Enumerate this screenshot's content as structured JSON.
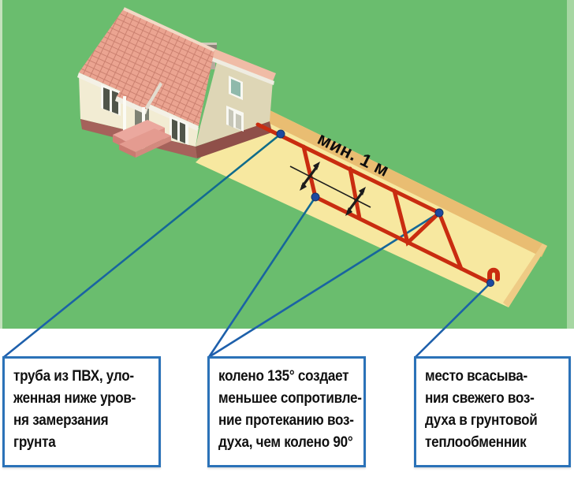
{
  "scene": {
    "min_distance_label": "мин. 1 м"
  },
  "callout_boxes": [
    {
      "id": "pvc-pipe",
      "lines": [
        "труба из ПВХ, уло-",
        "женная ниже уров-",
        "ня замерзания",
        "грунта"
      ]
    },
    {
      "id": "elbow-135",
      "lines": [
        "колено 135° создает",
        "меньшее сопротивле-",
        "ние протеканию воз-",
        "духа, чем колено 90°"
      ]
    },
    {
      "id": "air-intake",
      "lines": [
        "место всасыва-",
        "ния свежего воз-",
        "духа в грунтовой",
        "теплообменник"
      ]
    }
  ],
  "colors": {
    "grass_green": "#6abd6e",
    "grass_edge": "#a6d7a2",
    "sand": "#f7e8a0",
    "sand_band": "#e9bd72",
    "pipe_red": "#c92c10",
    "callout_line_teal": "#0e6e86",
    "callout_line_blue": "#1f5fae",
    "box_border_blue": "#2b72b8",
    "junction_dot_blue": "#1d49a0",
    "roof_tile": "#eba491",
    "wall_cream": "#f2ecd3"
  }
}
